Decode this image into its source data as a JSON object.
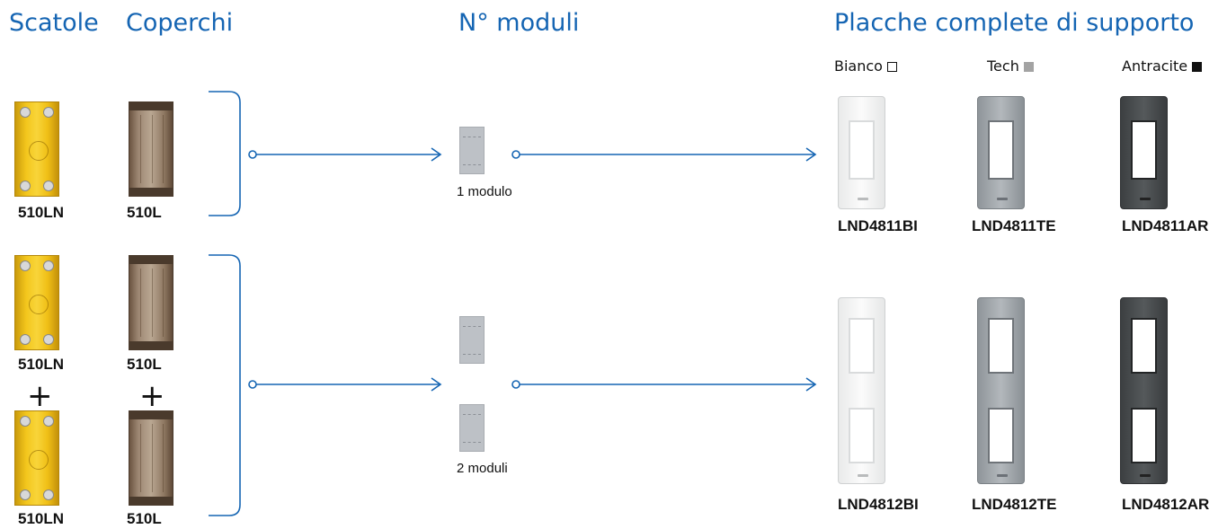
{
  "headings": {
    "scatole": "Scatole",
    "coperchi": "Coperchi",
    "moduli": "N° moduli",
    "placche": "Placche complete di supporto"
  },
  "colors": {
    "bianco": "Bianco",
    "tech": "Tech",
    "antracite": "Antracite",
    "accent": "#1565b3"
  },
  "row1": {
    "scatola": "510LN",
    "coperchio": "510L",
    "moduli": "1 modulo",
    "codes": [
      "LND4811BI",
      "LND4811TE",
      "LND4811AR"
    ]
  },
  "row2": {
    "scatola_top": "510LN",
    "coperchio_top": "510L",
    "plus": "+",
    "scatola_bottom": "510LN",
    "coperchio_bottom": "510L",
    "moduli": "2 moduli",
    "codes": [
      "LND4812BI",
      "LND4812TE",
      "LND4812AR"
    ]
  }
}
